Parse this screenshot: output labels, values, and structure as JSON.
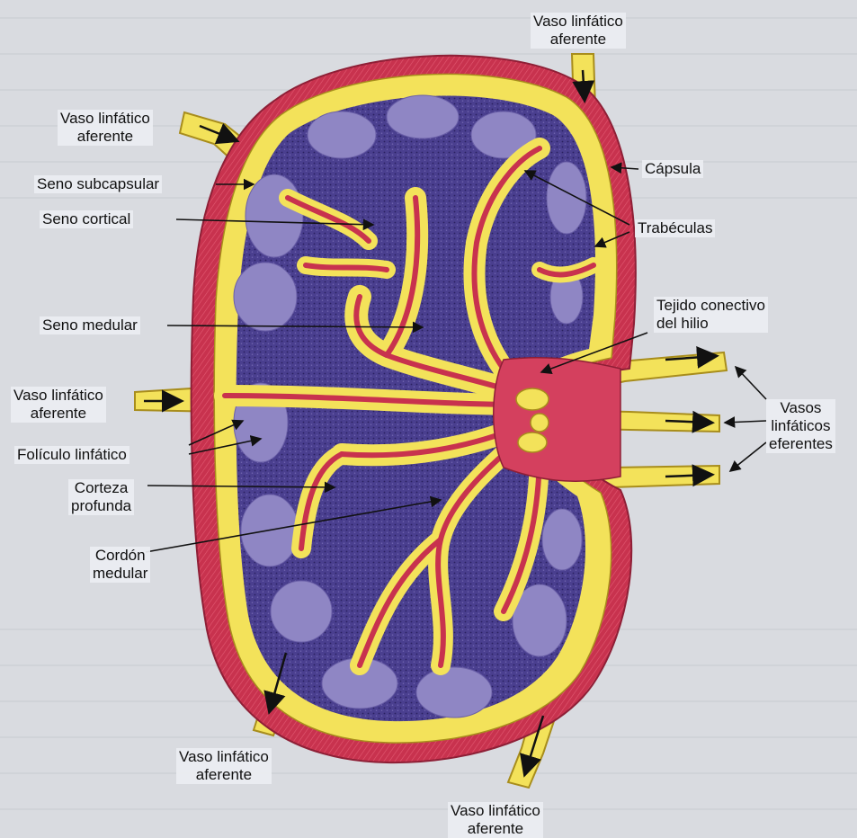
{
  "labels": {
    "afferent_top": [
      "Vaso linfático",
      "aferente"
    ],
    "afferent_upper_left": [
      "Vaso linfático",
      "aferente"
    ],
    "subcapsular_sinus": "Seno subcapsular",
    "cortical_sinus": "Seno cortical",
    "medullary_sinus": "Seno medular",
    "afferent_mid_left": [
      "Vaso linfático",
      "aferente"
    ],
    "lymph_follicle": "Folículo linfático",
    "deep_cortex": [
      "Corteza",
      "profunda"
    ],
    "medullary_cord": [
      "Cordón",
      "medular"
    ],
    "afferent_bottom_left": [
      "Vaso linfático",
      "aferente"
    ],
    "afferent_bottom_right": [
      "Vaso linfático",
      "aferente"
    ],
    "capsule": "Cápsula",
    "trabeculae": "Trabéculas",
    "hilum_connective_tissue": [
      "Tejido conectivo",
      "del hilio"
    ],
    "efferent_vessels": [
      "Vasos",
      "linfáticos",
      "eferentes"
    ]
  },
  "colors": {
    "capsule": "#c8324e",
    "sinus": "#f3e25a",
    "cortex": "#4a3f8f",
    "follicle": "#8f86c4",
    "hilum": "#d4405e",
    "background": "#d9dbe0"
  }
}
